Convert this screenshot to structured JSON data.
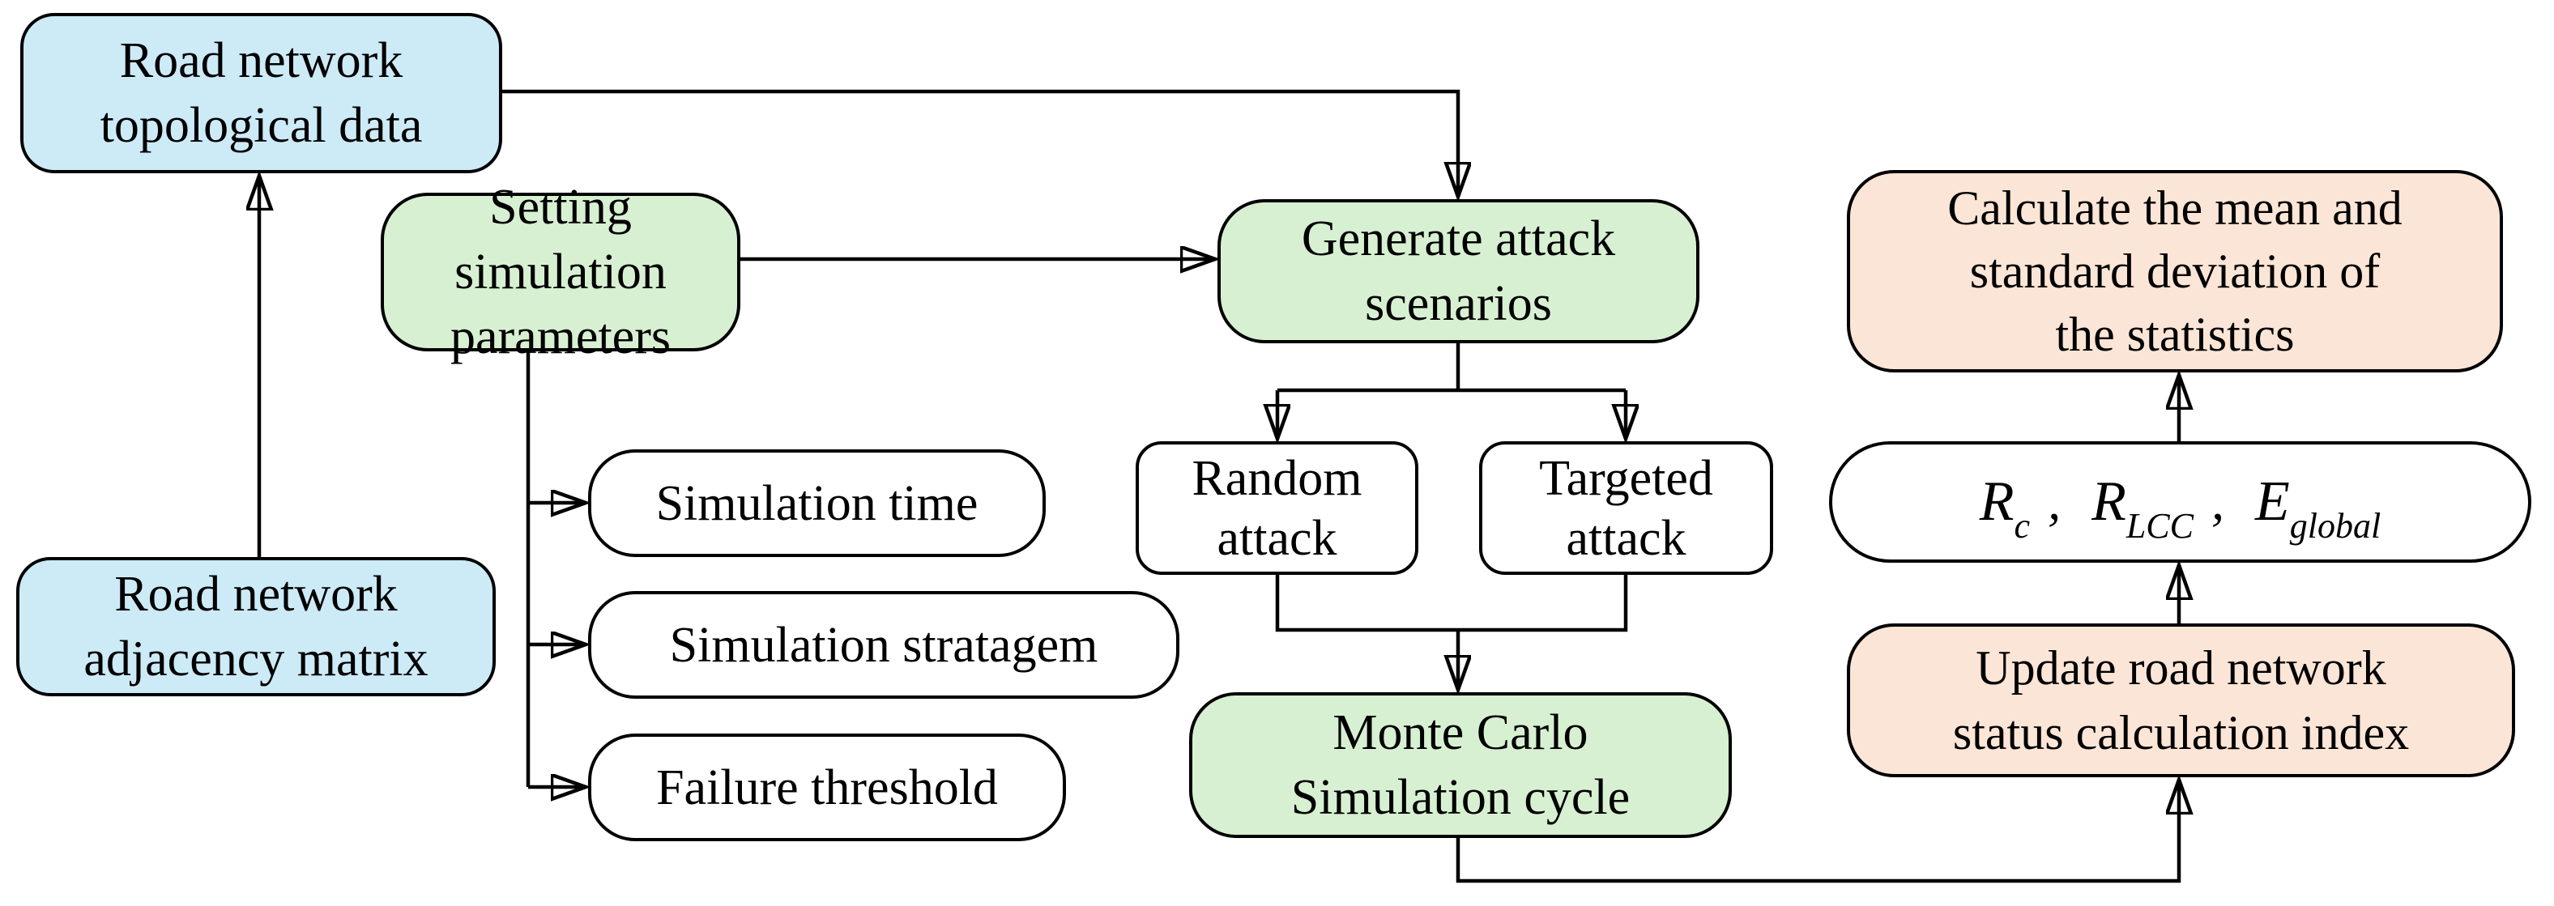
{
  "figure": {
    "type": "flowchart",
    "title": "Monte Carlo road network simulation flowchart",
    "background": "#ffffff",
    "palette": {
      "input_fill": "#cdeaf7",
      "process_fill": "#d8f0d2",
      "output_fill": "#fbe5d6",
      "plain_fill": "#ffffff",
      "stroke": "#000000"
    },
    "nodes": {
      "topological": {
        "label": "Road network\ntopological data"
      },
      "adjacency": {
        "label": "Road network\nadjacency matrix"
      },
      "setting": {
        "label": "Setting simulation\nparameters"
      },
      "generate": {
        "label": "Generate attack\nscenarios"
      },
      "simulation_time": {
        "label": "Simulation time"
      },
      "simulation_stratagem": {
        "label": "Simulation stratagem"
      },
      "failure_threshold": {
        "label": "Failure threshold"
      },
      "random_attack": {
        "label": "Random\nattack"
      },
      "targeted_attack": {
        "label": "Targeted\nattack"
      },
      "monte_carlo": {
        "label": "Monte Carlo\nSimulation cycle"
      },
      "calculate_stats": {
        "label": "Calculate the mean and\nstandard deviation of\nthe statistics"
      },
      "update_status": {
        "label": "Update road network\nstatus calculation index"
      }
    },
    "math": {
      "comma": ",",
      "terms": [
        {
          "base": "R",
          "sub": "c"
        },
        {
          "base": "R",
          "sub": "LCC"
        },
        {
          "base": "E",
          "sub": "global"
        }
      ]
    }
  }
}
